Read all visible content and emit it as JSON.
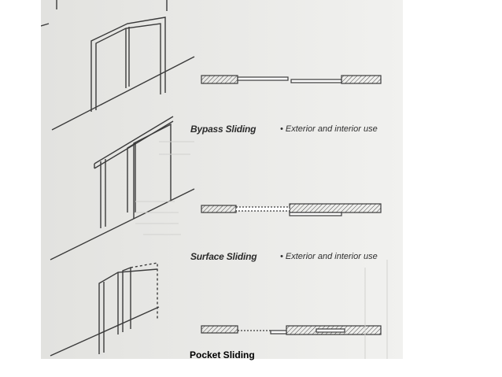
{
  "figure": {
    "bypass": {
      "title": "Bypass Sliding",
      "use": "• Exterior and interior use"
    },
    "surface": {
      "title": "Surface Sliding",
      "use": "• Exterior and interior use"
    }
  },
  "caption": "Pocket  Sliding",
  "colors": {
    "background": "#ffffff",
    "photo_paper": "#ebebe9",
    "ink": "#3a3a3a"
  }
}
